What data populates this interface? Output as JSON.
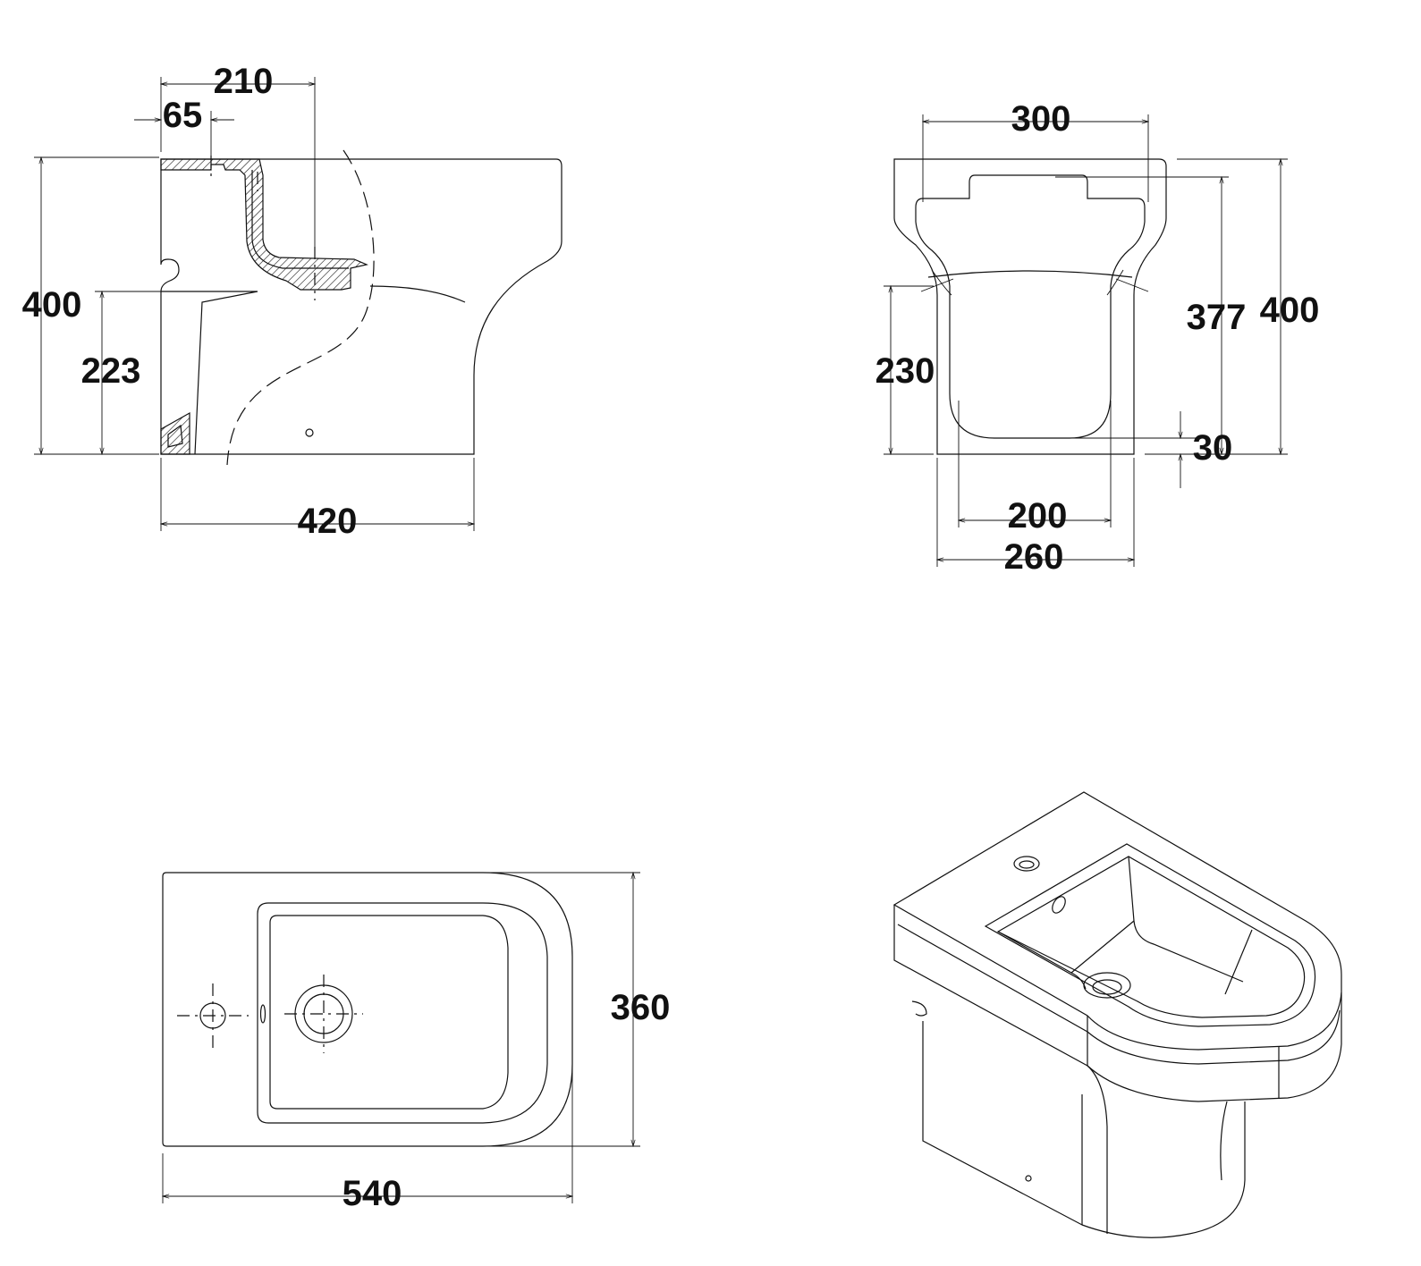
{
  "views": {
    "side": {
      "dims": {
        "w210": "210",
        "w65": "65",
        "h400": "400",
        "h223": "223",
        "w420": "420"
      }
    },
    "front": {
      "dims": {
        "w300": "300",
        "h377": "377",
        "h400": "400",
        "h230": "230",
        "h30": "30",
        "w200": "200",
        "w260": "260"
      }
    },
    "top": {
      "dims": {
        "h360": "360",
        "w540": "540"
      }
    },
    "isometric": {}
  },
  "colors": {
    "line": "#111111",
    "background": "#ffffff"
  }
}
